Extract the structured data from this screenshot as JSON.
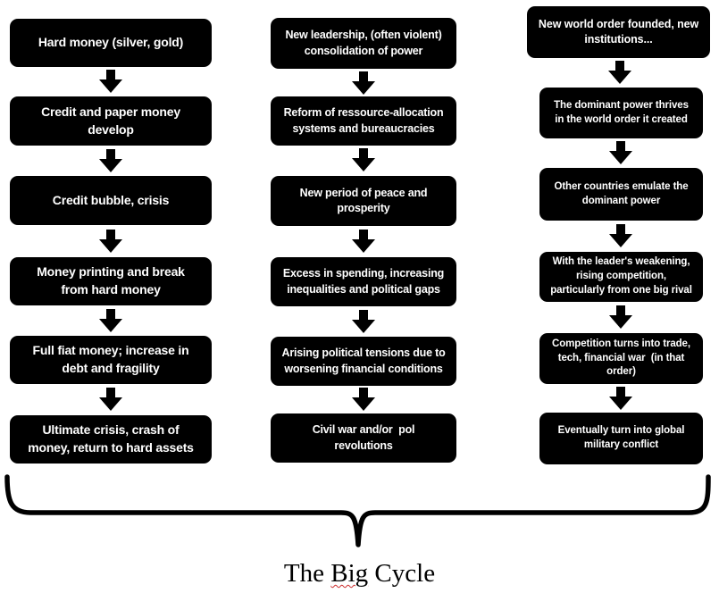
{
  "title": {
    "part1": "The",
    "part2": "Big",
    "part3": "Cycle"
  },
  "columns": [
    {
      "name": "money-credit-cycle",
      "boxes": [
        [
          "Hard money (silver, gold)"
        ],
        [
          "Credit and paper money",
          "develop"
        ],
        [
          "Credit bubble, crisis"
        ],
        [
          "Money printing and break",
          "from hard money"
        ],
        [
          "Full fiat money; increase in",
          "debt and fragility"
        ],
        [
          "Ultimate crisis, crash of",
          "money, return to hard assets"
        ]
      ]
    },
    {
      "name": "internal-order-cycle",
      "boxes": [
        [
          "New leadership, (often violent)",
          "consolidation of power"
        ],
        [
          "Reform of ressource-allocation",
          "systems and bureaucracies"
        ],
        [
          "New period of peace and",
          "prosperity"
        ],
        [
          "Excess in spending, increasing",
          "inequalities and political gaps"
        ],
        [
          "Arising political tensions due to",
          "worsening financial conditions"
        ],
        [
          "Civil war and/or  pol",
          "revolutions"
        ]
      ]
    },
    {
      "name": "external-order-cycle",
      "boxes": [
        [
          "New world order founded, new",
          "institutions..."
        ],
        [
          "The dominant power thrives",
          "in the world order it created"
        ],
        [
          "Other countries emulate the",
          "dominant power"
        ],
        [
          "With the leader's weakening,",
          "rising competition,",
          "particularly from one big rival"
        ],
        [
          "Competition turns into trade,",
          "tech, financial war  (in that",
          "order)"
        ],
        [
          "Eventually turn into global",
          "military conflict"
        ]
      ]
    }
  ],
  "colors": {
    "box_bg": "#000000",
    "box_text": "#ffffff",
    "page_bg": "#ffffff",
    "squiggle": "#cc2b2b"
  }
}
